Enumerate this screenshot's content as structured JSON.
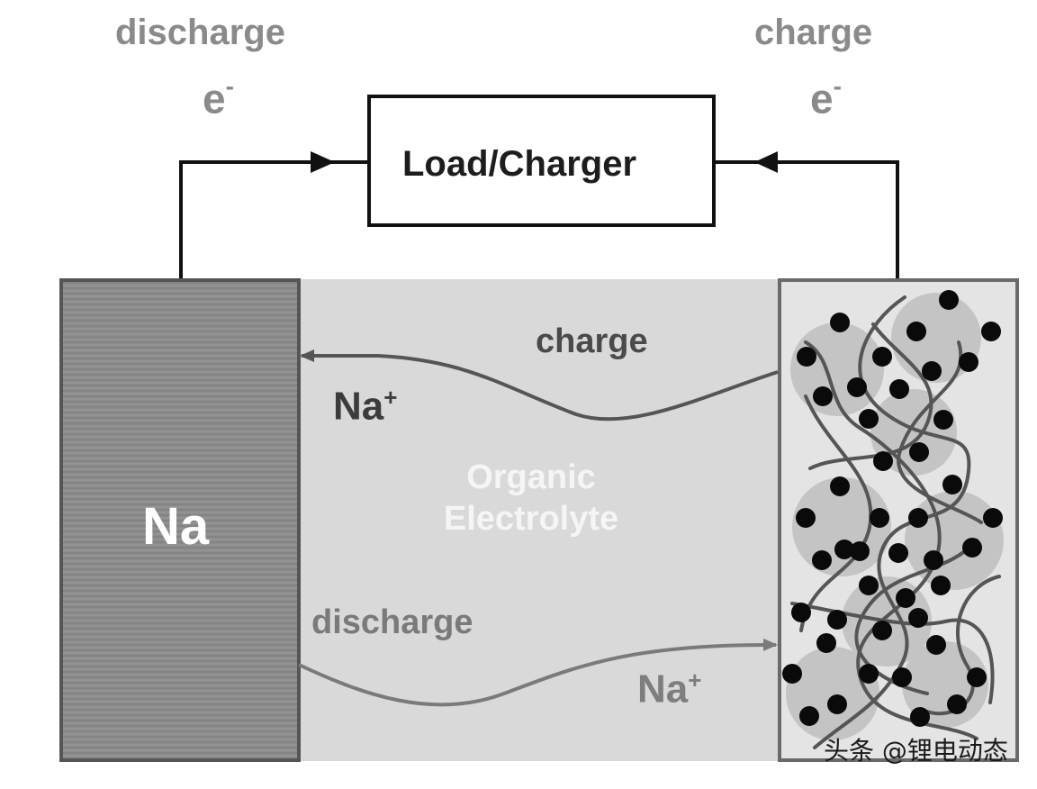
{
  "labels": {
    "top_discharge": "discharge",
    "top_charge": "charge",
    "electron_left": "e",
    "electron_left_sup": "-",
    "electron_right": "e",
    "electron_right_sup": "-",
    "load_charger": "Load/Charger",
    "anode": "Na",
    "electrolyte_line1": "Organic",
    "electrolyte_line2": "Electrolyte",
    "charge_arrow": "charge",
    "discharge_arrow": "discharge",
    "ion_top": "Na",
    "ion_top_sup": "+",
    "ion_bottom": "Na",
    "ion_bottom_sup": "+",
    "watermark": "头条 @锂电动态"
  },
  "colors": {
    "anode_fill": "#8c8c8c",
    "electrolyte_fill": "#d9d9d9",
    "cathode_fill": "#e4e4e4",
    "particle_fill": "#c4c4c4",
    "dot_fill": "#0a0a0a",
    "fiber_stroke": "#555555",
    "wire": "#111111"
  },
  "icons": {
    "arrow_into_load": "arrowhead-right-icon",
    "arrow_from_charger": "arrowhead-left-icon"
  }
}
